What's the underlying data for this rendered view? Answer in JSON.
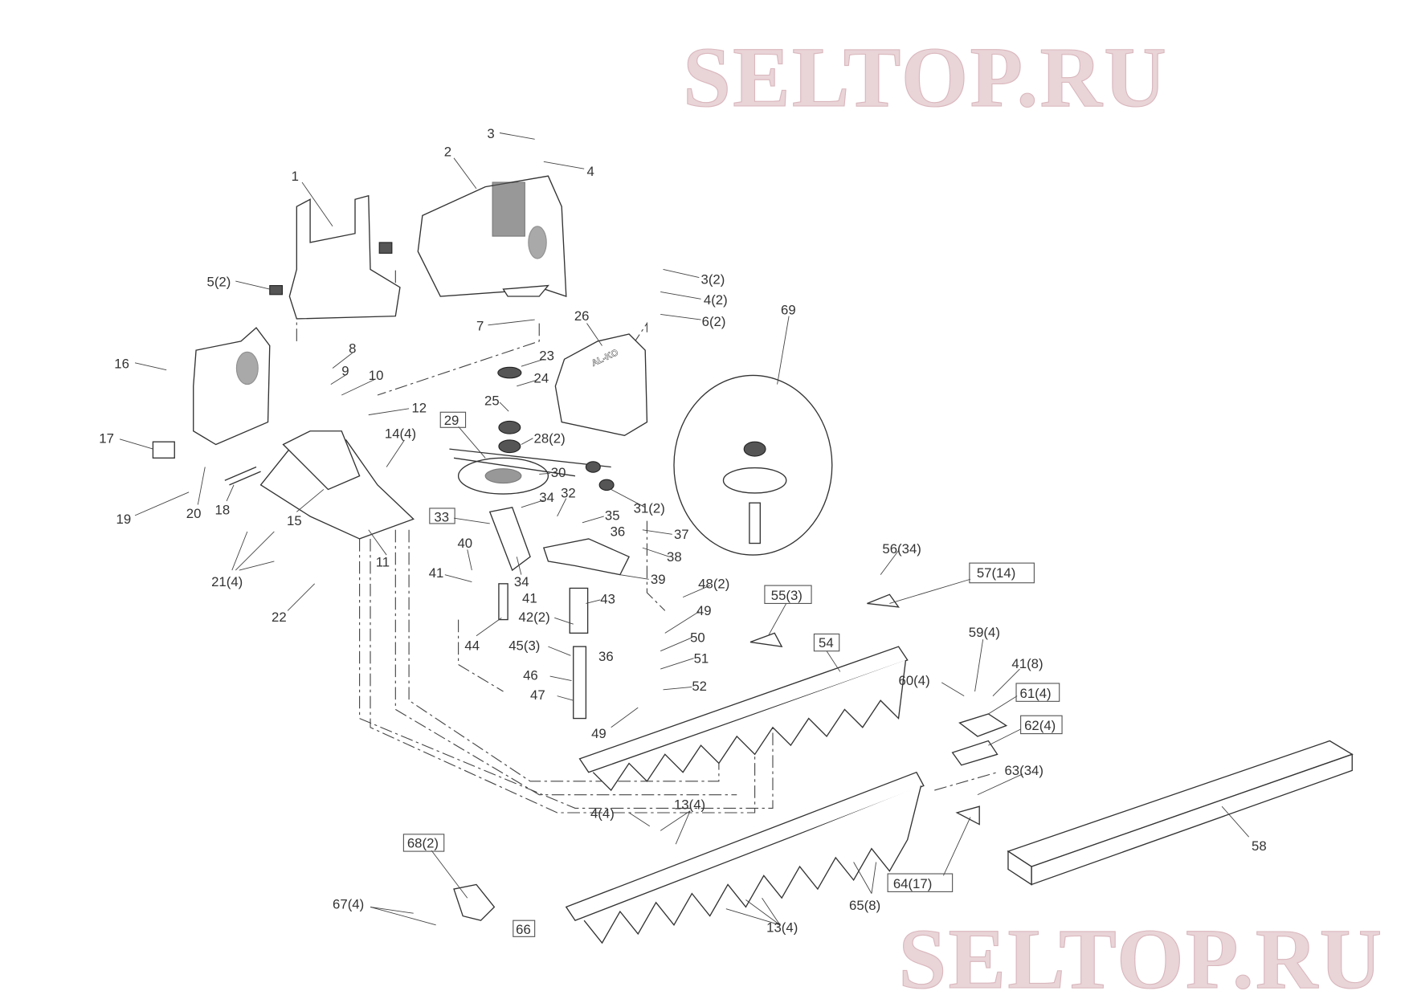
{
  "diagram": {
    "type": "exploded parts diagram",
    "watermark": "SELTOP.RU",
    "logo_on_cover": "AL-KO",
    "labels": {
      "p1": "1",
      "p2": "2",
      "p3": "3",
      "p4": "4",
      "p5": "5(2)",
      "p3b": "3(2)",
      "p4b": "4(2)",
      "p6": "6(2)",
      "p7": "7",
      "p26": "26",
      "p69": "69",
      "p8": "8",
      "p9": "9",
      "p10": "10",
      "p16": "16",
      "p23": "23",
      "p24": "24",
      "p25": "25",
      "p12": "12",
      "p29": "29",
      "p28": "28(2)",
      "p17": "17",
      "p14": "14(4)",
      "p30": "30",
      "p19": "19",
      "p20": "20",
      "p18": "18",
      "p15": "15",
      "p34a": "34",
      "p32": "32",
      "p31": "31(2)",
      "p33": "33",
      "p35": "35",
      "p36a": "36",
      "p37": "37",
      "p38": "38",
      "p21": "21(4)",
      "p11": "11",
      "p40": "40",
      "p41a": "41",
      "p34b": "34",
      "p41b": "41",
      "p39": "39",
      "p43": "43",
      "p48": "48(2)",
      "p42": "42(2)",
      "p49a": "49",
      "p22": "22",
      "p44": "44",
      "p45": "45(3)",
      "p50": "50",
      "p36b": "36",
      "p51": "51",
      "p46": "46",
      "p52": "52",
      "p47": "47",
      "p49b": "49",
      "p56": "56(34)",
      "p57": "57(14)",
      "p55": "55(3)",
      "p54": "54",
      "p59": "59(4)",
      "p41c": "41(8)",
      "p60": "60(4)",
      "p61": "61(4)",
      "p62": "62(4)",
      "p63": "63(34)",
      "p58": "58",
      "p4c": "4(4)",
      "p13a": "13(4)",
      "p68": "68(2)",
      "p64": "64(17)",
      "p65": "65(8)",
      "p67": "67(4)",
      "p66": "66",
      "p13b": "13(4)"
    }
  }
}
